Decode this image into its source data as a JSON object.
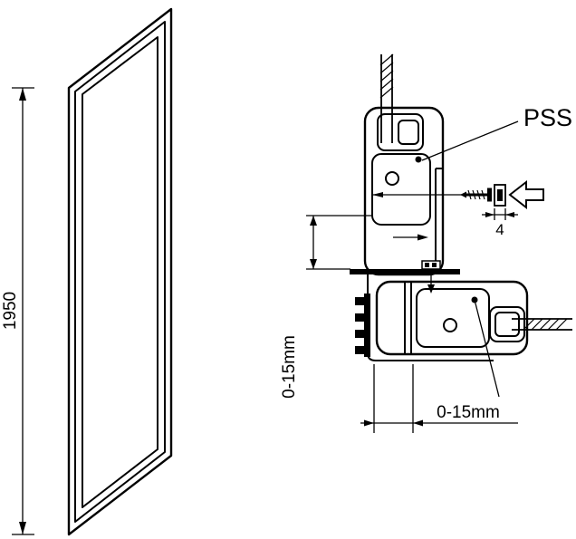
{
  "diagram": {
    "panel_height": "1950",
    "part_label": "PSS",
    "screw_width": "4",
    "vertical_adjust": "0-15mm",
    "horizontal_adjust": "0-15mm"
  },
  "colors": {
    "line": "#000000",
    "background": "#ffffff"
  }
}
